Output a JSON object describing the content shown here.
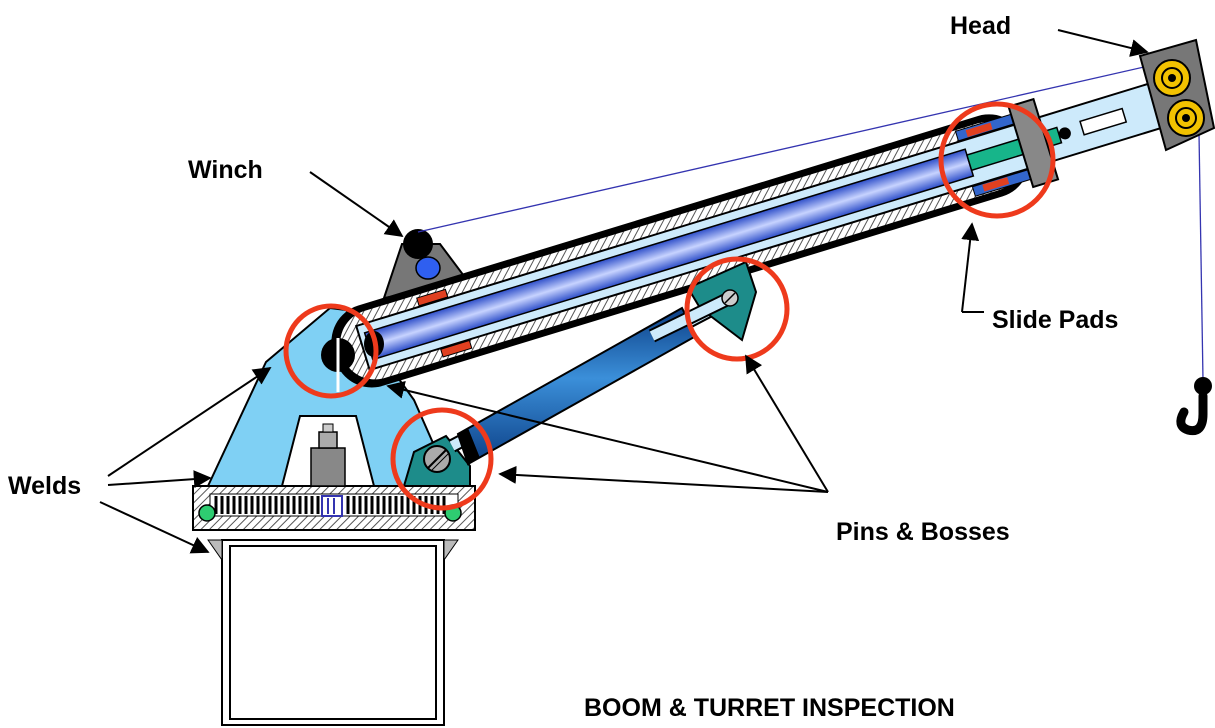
{
  "labels": {
    "head": "Head",
    "winch": "Winch",
    "slide_pads": "Slide Pads",
    "welds": "Welds",
    "pins_bosses": "Pins & Bosses",
    "title": "BOOM & TURRET INSPECTION"
  },
  "colors": {
    "highlight_circle": "#ee3a1c",
    "turret": "#7fd0f4",
    "boom_inner": "#cdeafb",
    "hydraulic_cylinder": "#1f6fbf",
    "cylinder_mount": "#1d8c8a",
    "sheave": "#f2c200",
    "head_block": "#777777",
    "winch_rope": "#3434b0",
    "slide_pad": "#e04020",
    "pad_blue": "#3366cc"
  },
  "icons": [
    "hook-icon",
    "sheave-icon"
  ]
}
